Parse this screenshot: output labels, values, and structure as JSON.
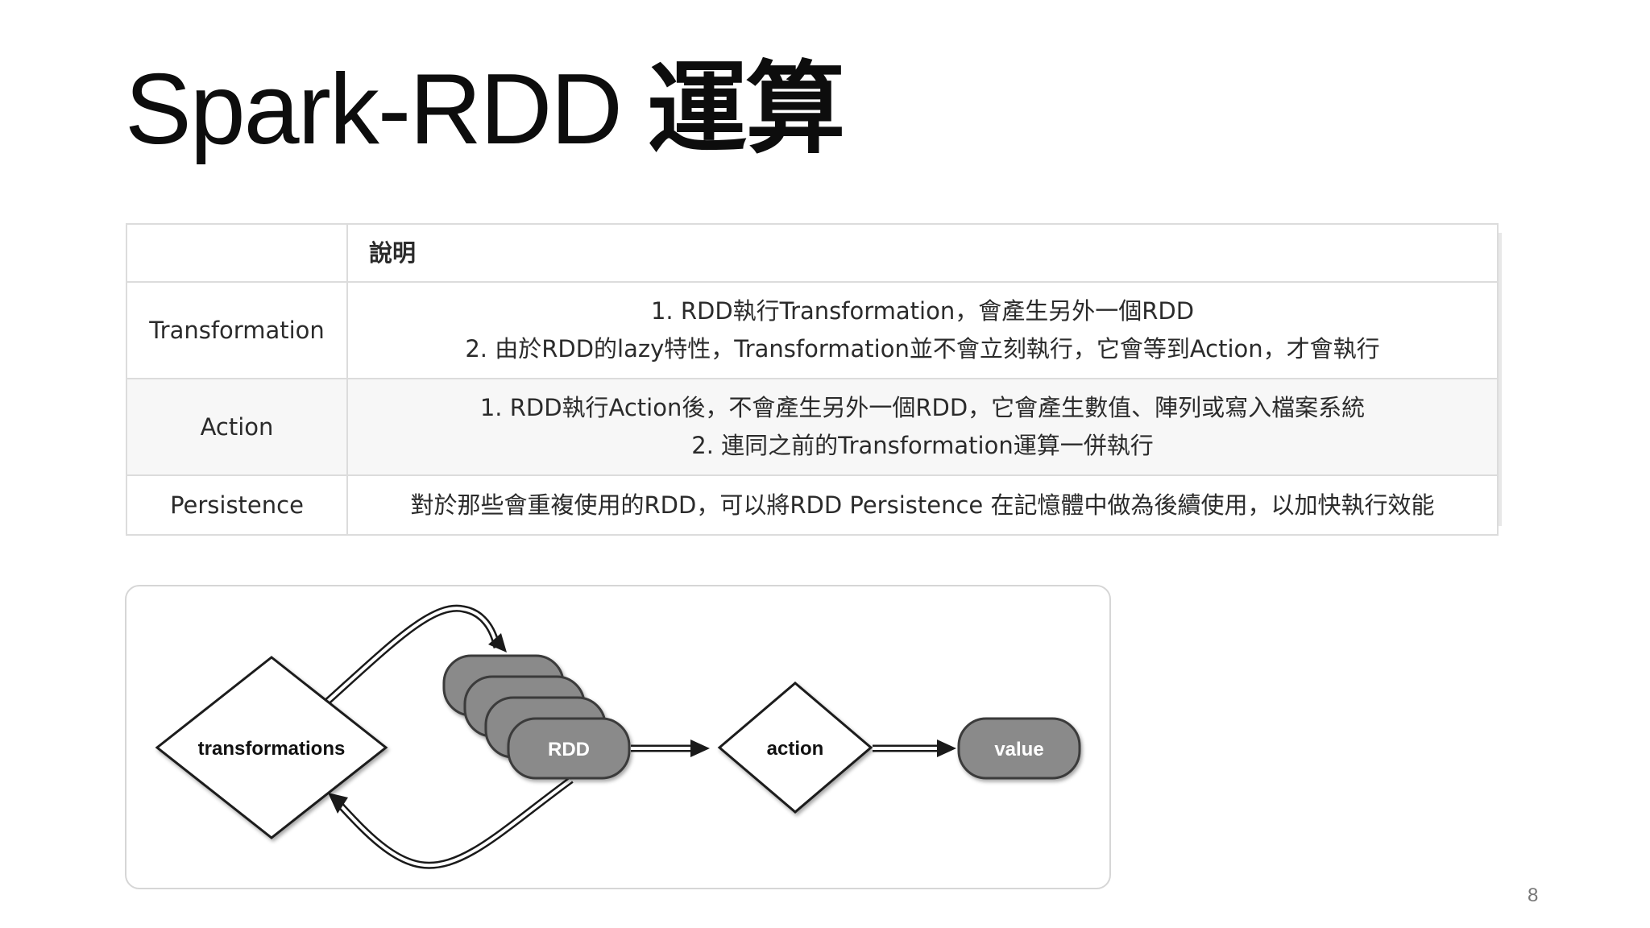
{
  "slide": {
    "title_latin": "Spark-RDD ",
    "title_cjk": "運算",
    "page_number": "8"
  },
  "table": {
    "header": [
      "",
      "說明"
    ],
    "rows": [
      {
        "name": "Transformation",
        "lines": [
          "1. RDD執行Transformation，會產生另外一個RDD",
          "2. 由於RDD的lazy特性，Transformation並不會立刻執行，它會等到Action，才會執行"
        ]
      },
      {
        "name": "Action",
        "lines": [
          "1. RDD執行Action後，不會產生另外一個RDD，它會產生數值、陣列或寫入檔案系統",
          "2. 連同之前的Transformation運算一併執行"
        ]
      },
      {
        "name": "Persistence",
        "lines": [
          "對於那些會重複使用的RDD，可以將RDD Persistence 在記憶體中做為後續使用，以加快執行效能"
        ]
      }
    ]
  },
  "diagram": {
    "transformations_label": "transformations",
    "rdd_label": "RDD",
    "action_label": "action",
    "value_label": "value",
    "colors": {
      "pill_fill": "#8a8a8a",
      "pill_stroke": "#3a3a3a",
      "pill_text": "#ffffff",
      "diamond_fill": "#ffffff",
      "line": "#1a1a1a"
    }
  }
}
